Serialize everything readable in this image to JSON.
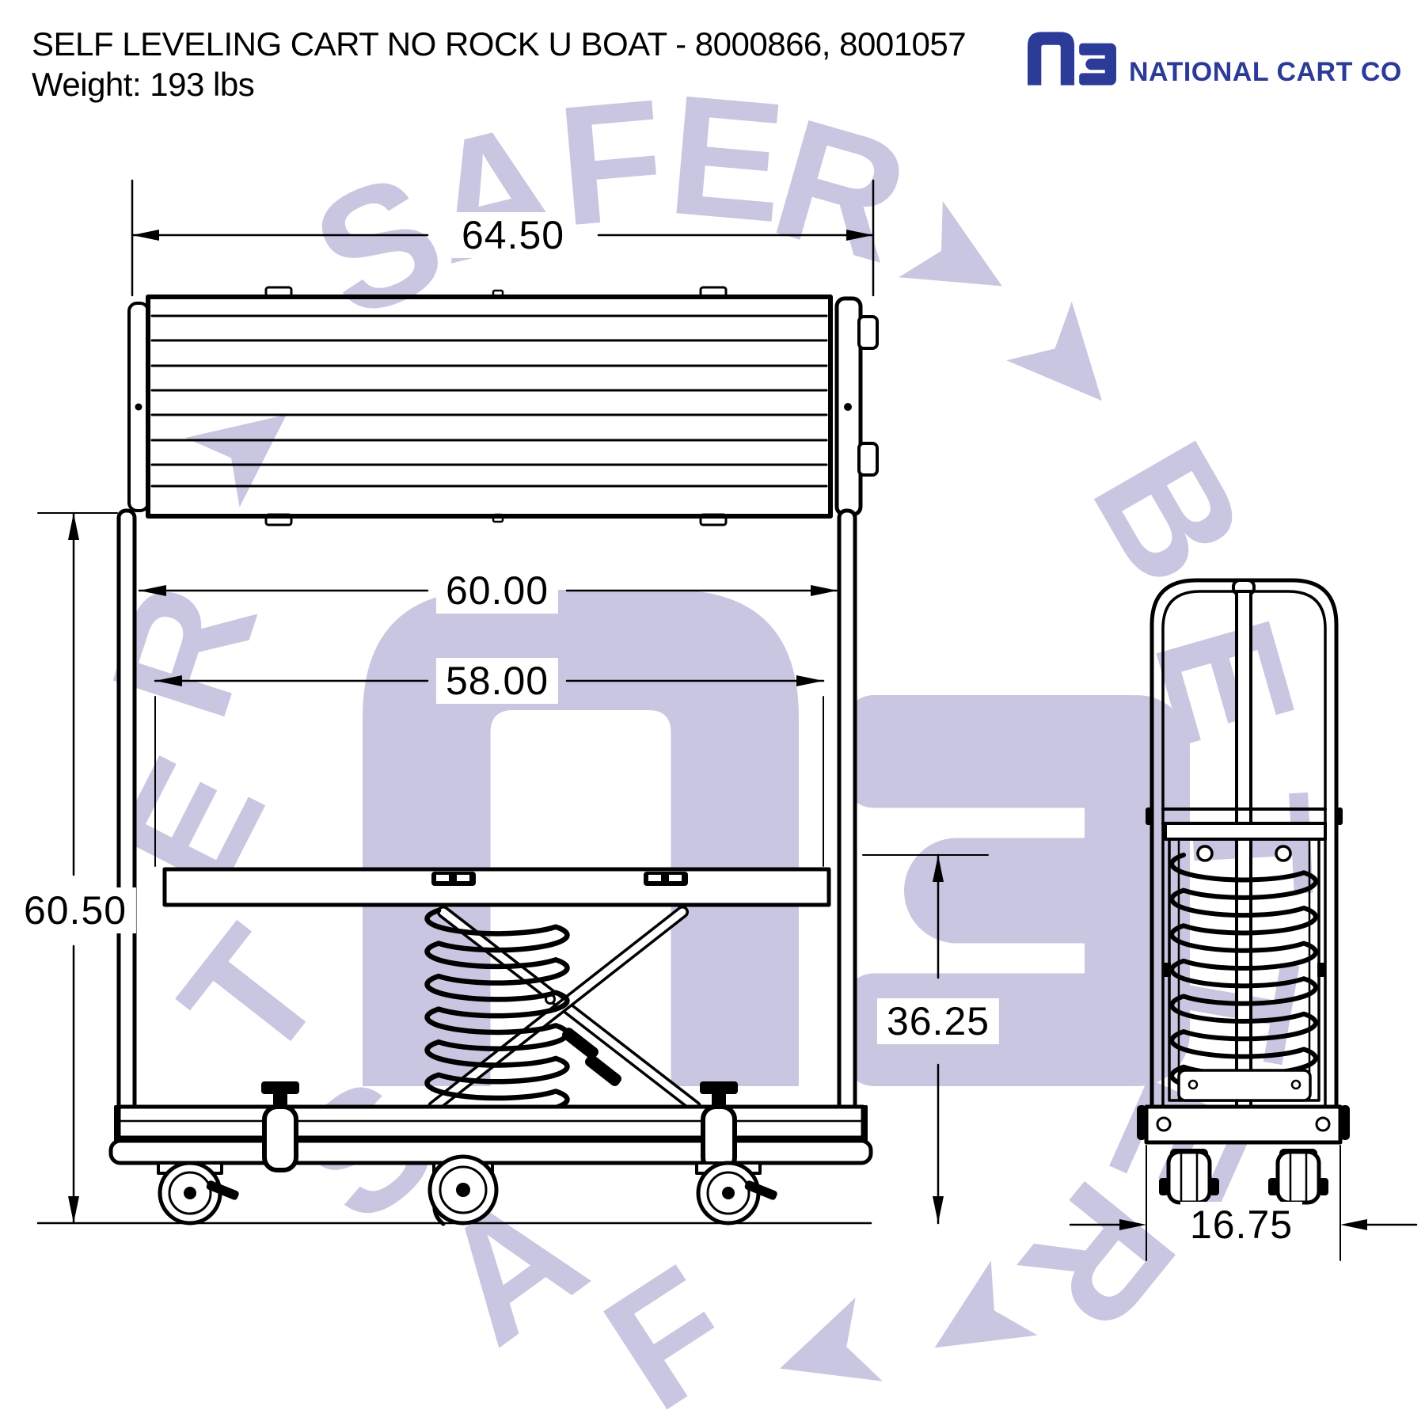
{
  "header": {
    "title": "SELF LEVELING CART NO ROCK U BOAT - 8000866, 8001057",
    "weight": "Weight: 193 lbs"
  },
  "logo": {
    "company": "NATIONAL CART CO",
    "color": "#2b3b97"
  },
  "watermark": {
    "words": [
      "SAFER",
      "BETTER",
      "FASTER"
    ],
    "arrow_icon": "➤",
    "color": "#c9c6e1"
  },
  "dimensions": {
    "top_length": "64.50",
    "side_inner_width": "60.00",
    "side_deck_width": "58.00",
    "side_height": "60.50",
    "side_deck_height": "36.25",
    "front_width": "16.75"
  }
}
